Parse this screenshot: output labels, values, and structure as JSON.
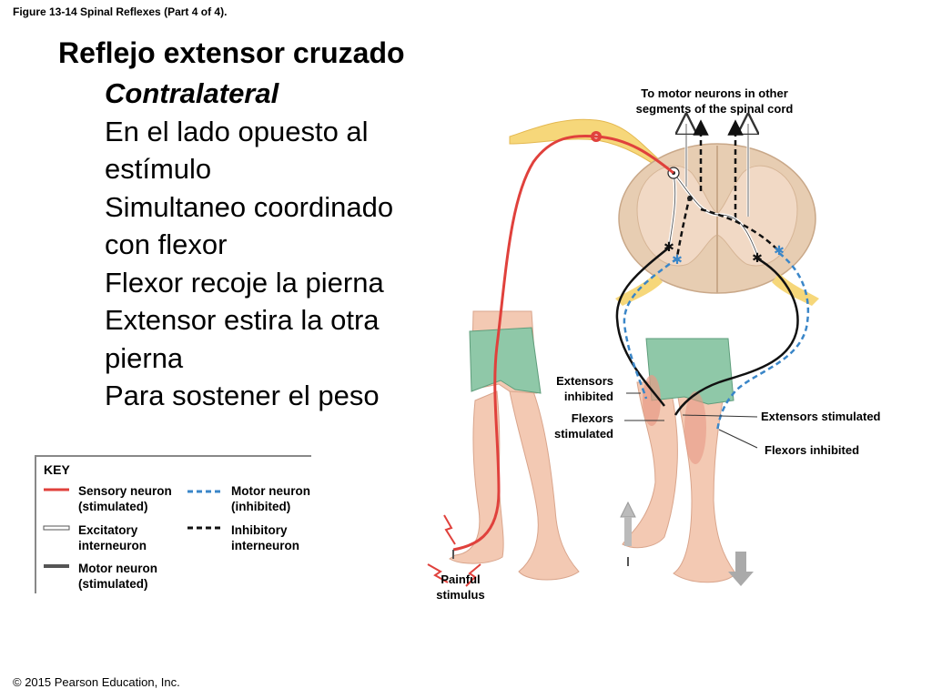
{
  "figure_caption": "Figure 13-14 Spinal Reflexes (Part 4 of 4).",
  "title": "Reflejo extensor cruzado",
  "bullets": [
    "Contralateral",
    "En el lado opuesto al",
    "estímulo",
    "Simultaneo coordinado",
    "con flexor",
    "Flexor recoje la pierna",
    "Extensor estira la otra",
    "pierna",
    "Para sostener el peso"
  ],
  "labels": {
    "to_motor_line1": "To motor neurons in other",
    "to_motor_line2": "segments of the spinal cord",
    "extensors_inhibited_1": "Extensors",
    "extensors_inhibited_2": "inhibited",
    "flexors_stimulated_1": "Flexors",
    "flexors_stimulated_2": "stimulated",
    "extensors_stimulated": "Extensors stimulated",
    "flexors_inhibited": "Flexors inhibited",
    "painful_1": "Painful",
    "painful_2": "stimulus"
  },
  "key": {
    "title": "KEY",
    "sensory_1": "Sensory neuron",
    "sensory_2": "(stimulated)",
    "motor_inh_1": "Motor neuron",
    "motor_inh_2": "(inhibited)",
    "excit_1": "Excitatory",
    "excit_2": "interneuron",
    "inhib_1": "Inhibitory",
    "inhib_2": "interneuron",
    "motor_stim_1": "Motor neuron",
    "motor_stim_2": "(stimulated)"
  },
  "copyright": "© 2015 Pearson Education, Inc.",
  "colors": {
    "sensory": "#e0413c",
    "motor_inhibited": "#3a86c8",
    "motor_stimulated": "#111111",
    "skin": "#f3c9b3",
    "shorts": "#8fc8a8",
    "cord_gray": "#f1d9c5",
    "cord_white": "#e7cdb2",
    "nerve_yellow": "#f6d77a"
  }
}
